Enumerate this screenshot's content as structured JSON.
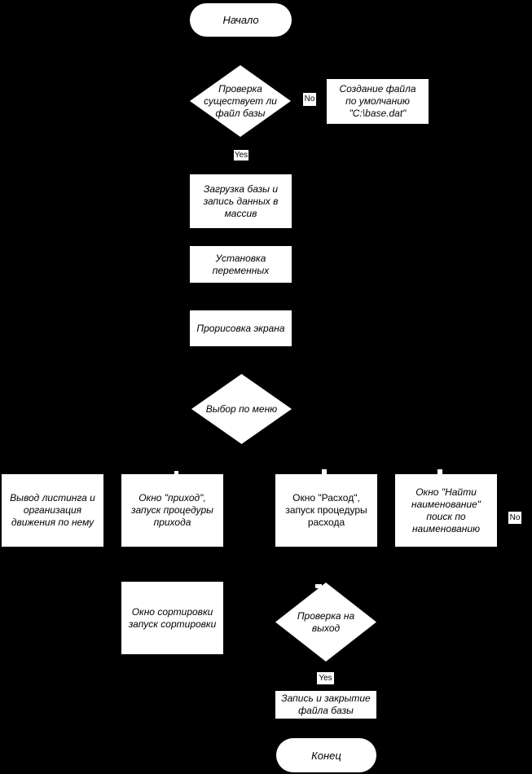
{
  "flowchart": {
    "colors": {
      "background": "#000000",
      "shape_fill": "#ffffff",
      "text": "#000000"
    },
    "nodes": {
      "start": {
        "type": "terminator",
        "label": "Начало"
      },
      "check_file_exists": {
        "type": "decision",
        "label": "Проверка\nсуществует ли\nфайл базы"
      },
      "create_default_file": {
        "type": "process",
        "label": "Создание файла\nпо умолчанию\n\"C:\\base.dat\""
      },
      "load_base": {
        "type": "process",
        "label": "Загрузка базы и\nзапись данных в\nмассив"
      },
      "set_variables": {
        "type": "process",
        "label": "Установка\nпеременных"
      },
      "draw_screen": {
        "type": "process",
        "label": "Прорисовка экрана"
      },
      "menu_choice": {
        "type": "decision",
        "label": "Выбор по меню"
      },
      "listing_output": {
        "type": "process",
        "label": "Вывод листинга и\nорганизация\nдвижения по нему"
      },
      "income_window": {
        "type": "process",
        "label": "Окно \"приход\",\nзапуск процедуры\nприхода"
      },
      "expense_window": {
        "type": "process",
        "label": "Окно \"Расход\",\nзапуск процедуры\nрасхода"
      },
      "find_name_window": {
        "type": "process",
        "label": "Окно \"Найти\nнаименование\"\nпоиск по\nнаименованию"
      },
      "sort_window": {
        "type": "process",
        "label": "Окно сортировки\nзапуск сортировки"
      },
      "exit_check": {
        "type": "decision",
        "label": "Проверка на\nвыход"
      },
      "save_close_file": {
        "type": "process",
        "label": "Запись и закрытие\nфайла базы"
      },
      "end": {
        "type": "terminator",
        "label": "Конец"
      }
    },
    "edge_labels": {
      "file_no": "No",
      "file_yes": "Yes",
      "find_no": "No",
      "exit_yes": "Yes"
    }
  }
}
